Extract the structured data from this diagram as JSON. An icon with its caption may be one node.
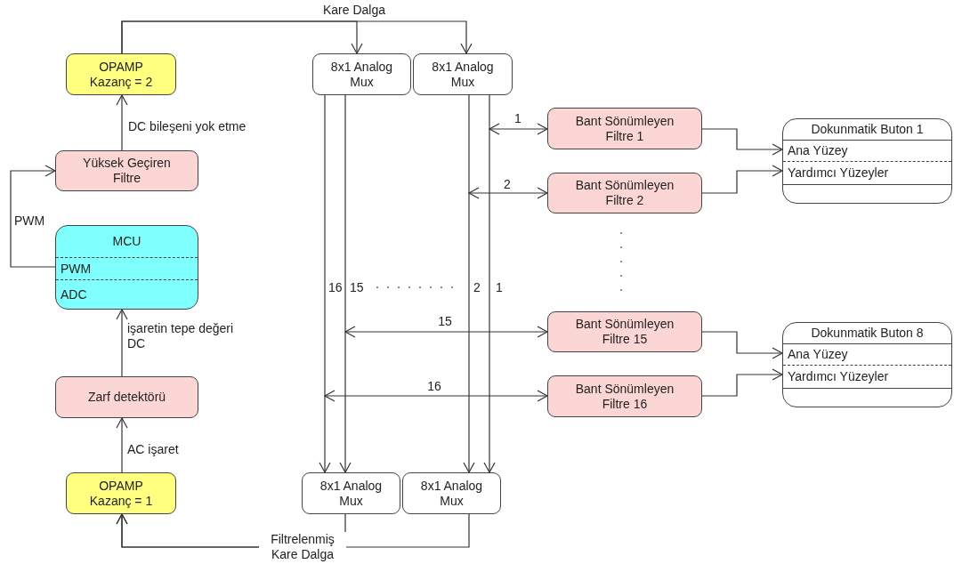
{
  "diagram": {
    "nodes": [
      {
        "text": [
          "OPAMP Kazanç = 2"
        ]
      },
      {
        "text": [
          "Yüksek Geçiren Filtre"
        ]
      },
      {
        "text": [
          "MCU",
          "PWM",
          "ADC"
        ]
      },
      {
        "text": [
          "Zarf detektörü"
        ]
      },
      {
        "text": [
          "OPAMP Kazanç = 1"
        ]
      },
      {
        "text": [
          "8x1 Analog Mux"
        ]
      },
      {
        "text": [
          "8x1 Analog Mux"
        ]
      },
      {
        "text": [
          "Bant Sönümleyen Filtre 1"
        ]
      },
      {
        "text": [
          "Bant Sönümleyen Filtre 2"
        ]
      },
      {
        "text": [
          "Bant Sönümleyen Filtre 15"
        ]
      },
      {
        "text": [
          "Bant Sönümleyen Filtre 16"
        ]
      },
      {
        "text": [
          "Dokunmatik Buton 1",
          "Ana Yüzey",
          "Yardımcı Yüzeyler"
        ]
      },
      {
        "text": [
          "Dokunmatik Buton 8",
          "Ana Yüzey",
          "Yardımcı Yüzeyler"
        ]
      },
      {
        "text": [
          "8x1 Analog Mux"
        ]
      },
      {
        "text": [
          "8x1 Analog Mux"
        ]
      }
    ],
    "edges": [
      {
        "from": 0,
        "to": 5,
        "arrow": "to",
        "label": "Kare Dalga"
      },
      {
        "from": 0,
        "to": 6,
        "arrow": "to"
      },
      {
        "from": 1,
        "to": 0,
        "arrow": "to",
        "label": "DC bileşeni yok etme"
      },
      {
        "from": 2,
        "to": 1,
        "arrow": "to",
        "label": "PWM"
      },
      {
        "from": 3,
        "to": 2,
        "arrow": "to",
        "label": "işaretin tepe değeri DC"
      },
      {
        "from": 4,
        "to": 3,
        "arrow": "to",
        "label": "AC işaret"
      },
      {
        "from": 5,
        "to": 13,
        "arrow": "to",
        "label": "16"
      },
      {
        "from": 5,
        "to": 13,
        "arrow": "to",
        "label": "15"
      },
      {
        "from": 6,
        "to": 14,
        "arrow": "to",
        "label": "2"
      },
      {
        "from": 6,
        "to": 14,
        "arrow": "to",
        "label": "1"
      },
      {
        "from": null,
        "to": 7,
        "arrow": "both",
        "label": "1"
      },
      {
        "from": null,
        "to": 8,
        "arrow": "both",
        "label": "2"
      },
      {
        "from": null,
        "to": 9,
        "arrow": "both",
        "label": "15"
      },
      {
        "from": null,
        "to": 10,
        "arrow": "both",
        "label": "16"
      },
      {
        "from": 7,
        "to": 11,
        "arrow": "to"
      },
      {
        "from": 8,
        "to": 11,
        "arrow": "to"
      },
      {
        "from": 9,
        "to": 12,
        "arrow": "to"
      },
      {
        "from": 10,
        "to": 12,
        "arrow": "to"
      },
      {
        "from": 13,
        "to": 4,
        "arrow": "to",
        "label": "Filtrelenmiş Kare Dalga"
      },
      {
        "from": 14,
        "to": 4,
        "arrow": "to"
      }
    ]
  }
}
